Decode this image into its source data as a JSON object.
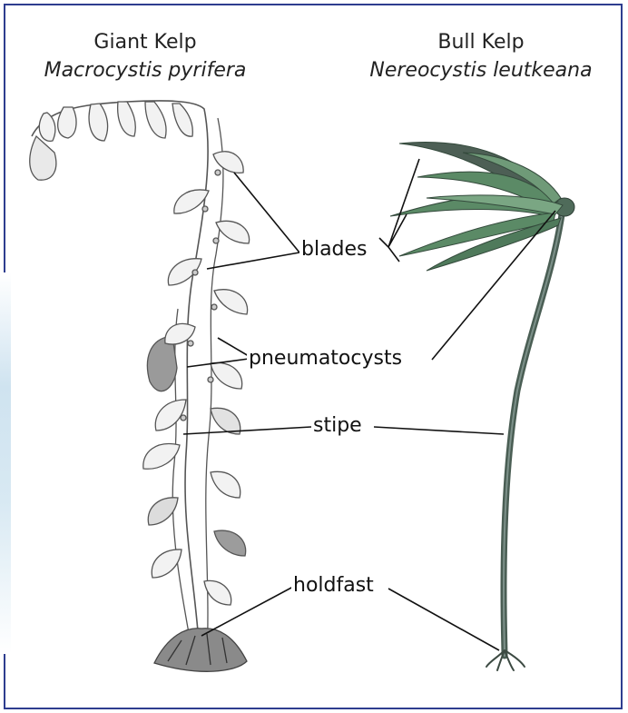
{
  "species": {
    "giant": {
      "common_name": "Giant Kelp",
      "scientific_name": "Macrocystis pyrifera"
    },
    "bull": {
      "common_name": "Bull Kelp",
      "scientific_name": "Nereocystis leutkeana"
    }
  },
  "labels": {
    "blades": "blades",
    "pneumatocysts": "pneumatocysts",
    "stipe": "stipe",
    "holdfast": "holdfast"
  },
  "colors": {
    "frame_border": "#2e3d8f",
    "bull_kelp_stipe": "#4a5e54",
    "bull_kelp_blades": "#5b8a66",
    "giant_kelp_line": "#555555"
  }
}
